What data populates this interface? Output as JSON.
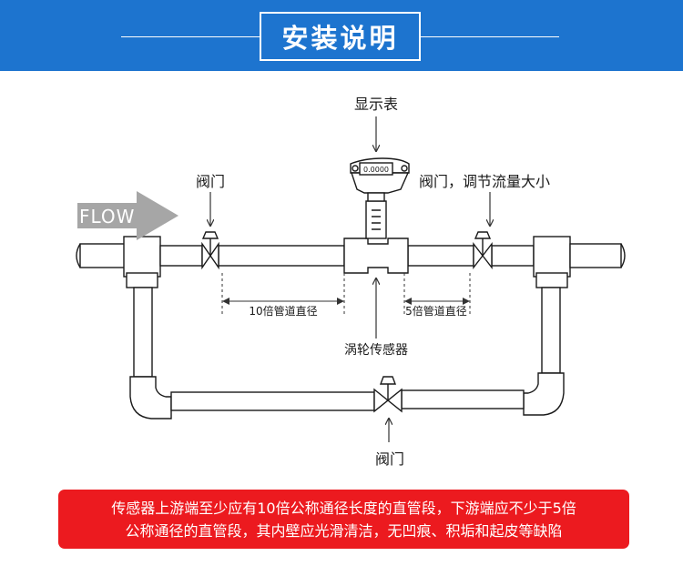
{
  "header": {
    "title": "安装说明"
  },
  "diagram": {
    "display_label": "显示表",
    "display_reading": "0.0000",
    "valve_left_label": "阀门",
    "valve_right_label": "阀门，调节流量大小",
    "valve_bottom_label": "阀门",
    "flow_label": "FLOW",
    "upstream_label": "10倍管道直径",
    "downstream_label": "5倍管道直径",
    "sensor_label": "涡轮传感器"
  },
  "note": {
    "line1": "传感器上游端至少应有10倍公称通径长度的直管段，下游端应不少于5倍",
    "line2": "公称通径的直管段，其内壁应光滑清洁，无凹痕、积垢和起皮等缺陷"
  },
  "colors": {
    "header_blue": "#1d74cf",
    "note_red": "#ec1a1f",
    "arrow_gray": "#a6a6a6"
  }
}
